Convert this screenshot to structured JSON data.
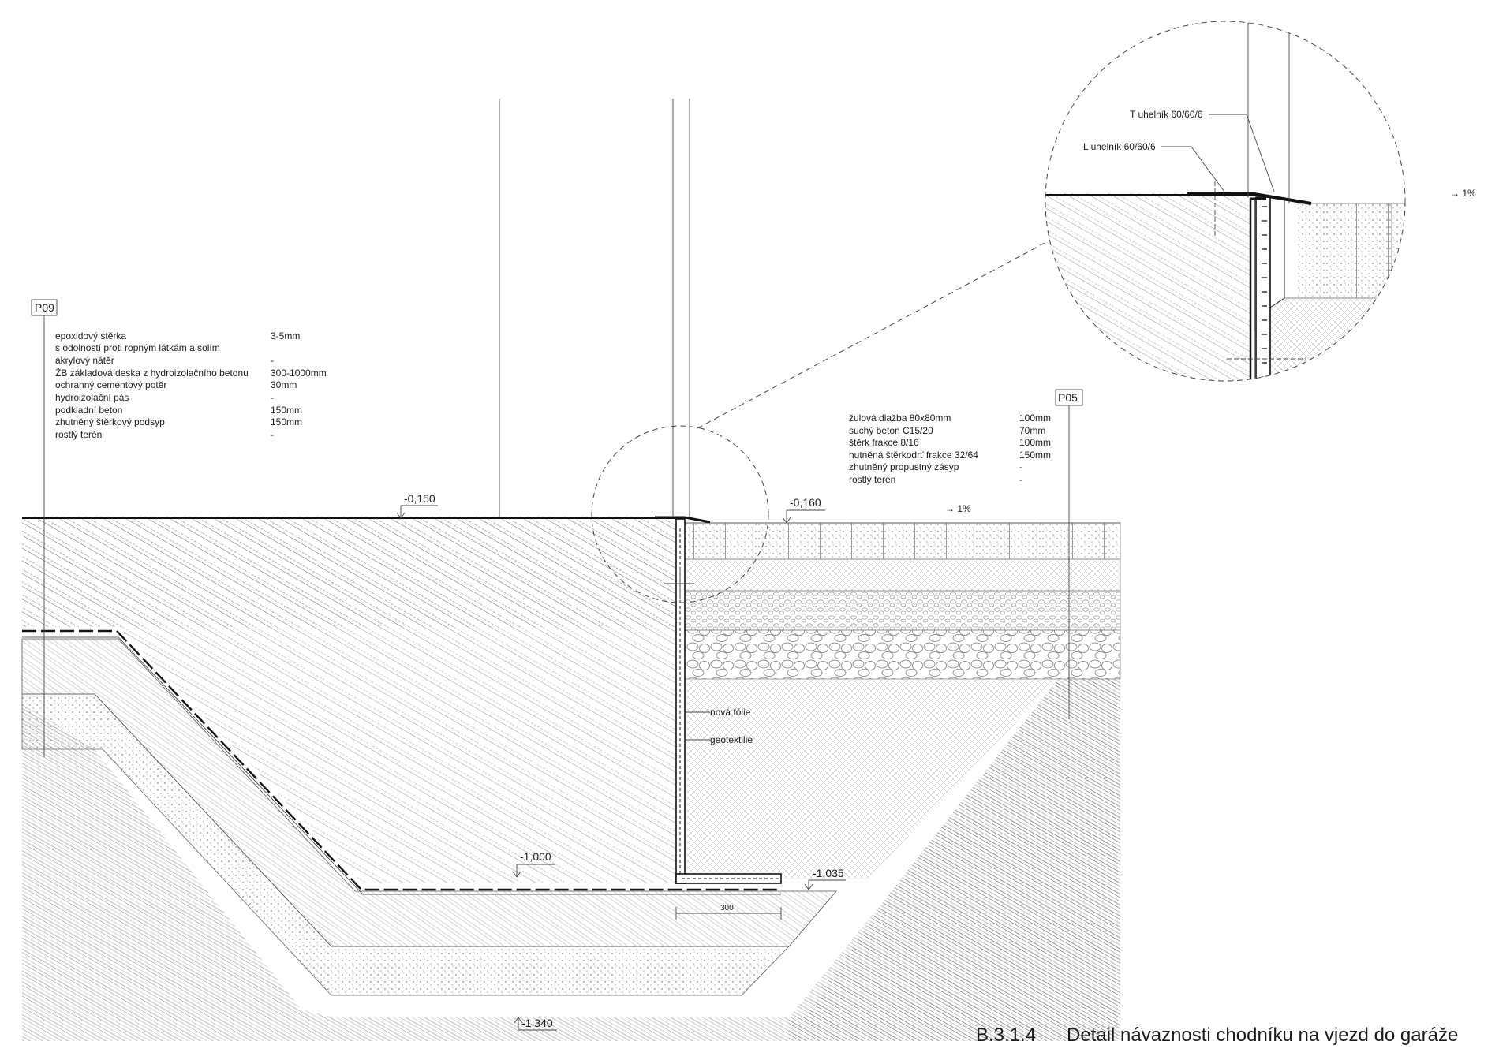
{
  "title": {
    "code": "B.3.1.4",
    "text": "Detail návaznosti chodníku na vjezd do garáže"
  },
  "tags": {
    "left": "P09",
    "right": "P05"
  },
  "layers_left": [
    {
      "name": "epoxidový stěrka",
      "value": "3-5mm"
    },
    {
      "name": "s odolností proti ropným látkám a solím",
      "value": ""
    },
    {
      "name": "akrylový nátěr",
      "value": "-"
    },
    {
      "name": "ŽB základová deska z hydroizolačního betonu",
      "value": "300-1000mm"
    },
    {
      "name": "ochranný cementový potěr",
      "value": "30mm"
    },
    {
      "name": "hydroizolační pás",
      "value": "-"
    },
    {
      "name": "podkladní beton",
      "value": "150mm"
    },
    {
      "name": "zhutněný štěrkový podsyp",
      "value": "150mm"
    },
    {
      "name": "rostlý terén",
      "value": "-"
    }
  ],
  "layers_right": [
    {
      "name": "žulová dlažba 80x80mm",
      "value": "100mm"
    },
    {
      "name": "suchý beton C15/20",
      "value": "70mm"
    },
    {
      "name": "štěrk frakce 8/16",
      "value": "100mm"
    },
    {
      "name": "hutněná štěrkodrť frakce 32/64",
      "value": "150mm"
    },
    {
      "name": "zhutněný propustný zásyp",
      "value": "-"
    },
    {
      "name": "rostlý terén",
      "value": "-"
    }
  ],
  "levels": {
    "garage_floor": "-0,150",
    "sidewalk": "-0,160",
    "slab_bottom": "-1,000",
    "edge_bottom": "-1,035",
    "foundation_bottom": "-1,340"
  },
  "slope": {
    "main": "→ 1%",
    "detail": "→ 1%"
  },
  "annotations": {
    "new_foil": "nová fólie",
    "geotextile": "geotextilie",
    "dimension_300": "300",
    "t_angle": "T uhelník 60/60/6",
    "l_angle": "L uhelník 60/60/6"
  }
}
